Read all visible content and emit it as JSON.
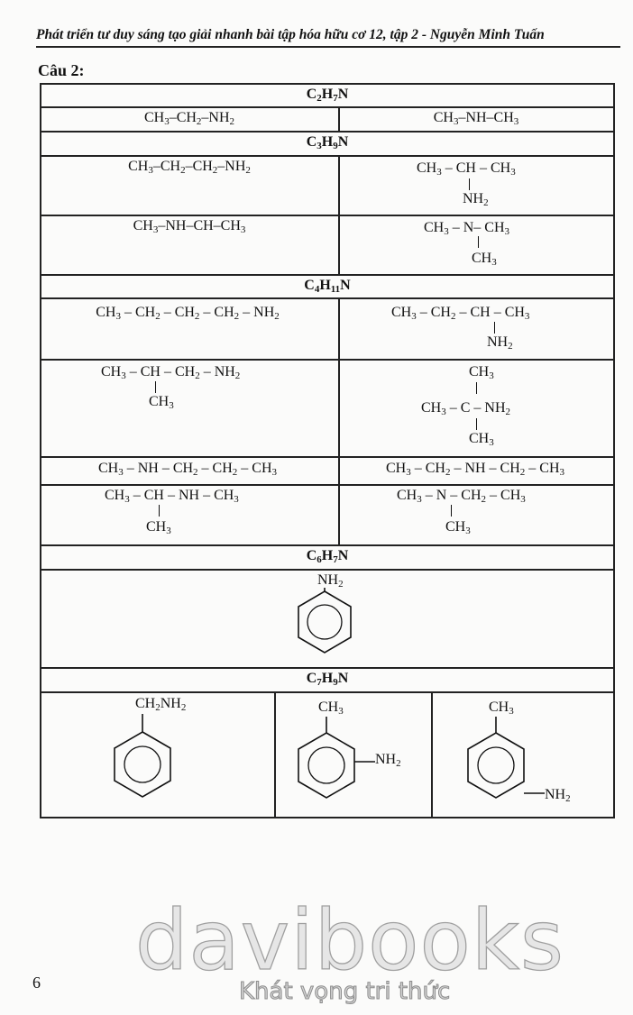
{
  "header": "Phát triển tư duy sáng tạo giải nhanh bài tập hóa hữu cơ 12, tập 2 - Nguyễn Minh Tuấn",
  "question": "Câu 2:",
  "formulas": {
    "c2": "C2H7N",
    "c3": "C3H9N",
    "c4": "C4H11N",
    "c6": "C6H7N",
    "c7": "C7H9N"
  },
  "c2": [
    "CH3–CH2–NH2",
    "CH3–NH–CH3"
  ],
  "c3": {
    "a": "CH3–CH2–CH2–NH2",
    "b_main": "CH3 – CH – CH3",
    "b_branch": "NH2",
    "c": "CH3–NH–CH–CH3",
    "d_main": "CH3 – N– CH3",
    "d_branch": "CH3"
  },
  "c4": {
    "a": "CH3 – CH2 – CH2 – CH2 – NH2",
    "b_main": "CH3 – CH2 – CH – CH3",
    "b_branch": "NH2",
    "c_main": "CH3 – CH – CH2 – NH2",
    "c_branch": "CH3",
    "d_top": "CH3",
    "d_main": "CH3 – C – NH2",
    "d_bottom": "CH3",
    "e": "CH3 – NH – CH2 – CH2 – CH3",
    "f": "CH3 – CH2 – NH – CH2 – CH3",
    "g_main": "CH3 – CH – NH – CH3",
    "g_branch": "CH3",
    "h_main": "CH3 – N – CH2 – CH3",
    "h_branch": "CH3"
  },
  "c6": {
    "sub": "NH2"
  },
  "c7": {
    "a": "CH2NH2",
    "b_top": "CH3",
    "b_side": "NH2",
    "c_top": "CH3",
    "c_side": "NH2"
  },
  "page_number": "6",
  "watermark": {
    "brand": "davibooks",
    "slogan": "Khát vọng tri thức"
  }
}
